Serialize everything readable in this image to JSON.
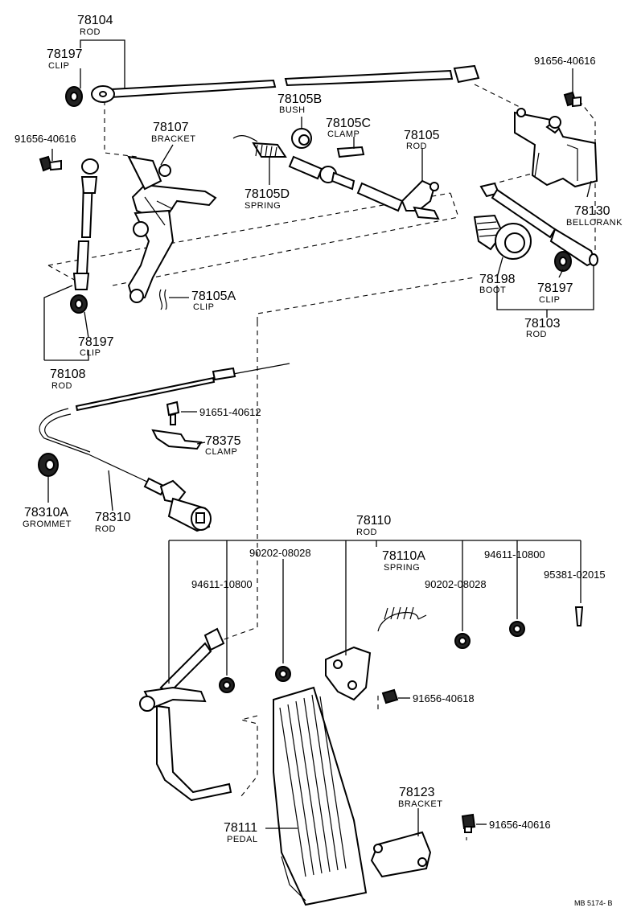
{
  "labels": {
    "p78104": {
      "num": "78104",
      "name": "ROD"
    },
    "p78197a": {
      "num": "78197",
      "name": "CLIP"
    },
    "p78107": {
      "num": "78107",
      "name": "BRACKET"
    },
    "p91656a": {
      "num": "91656-40616"
    },
    "p91656b": {
      "num": "91656-40616"
    },
    "p78105b": {
      "num": "78105B",
      "name": "BUSH"
    },
    "p78105c": {
      "num": "78105C",
      "name": "CLAMP"
    },
    "p78105": {
      "num": "78105",
      "name": "ROD"
    },
    "p78105d": {
      "num": "78105D",
      "name": "SPRING"
    },
    "p78130": {
      "num": "78130",
      "name": "BELLCRANK"
    },
    "p78198": {
      "num": "78198",
      "name": "BOOT"
    },
    "p78197c": {
      "num": "78197",
      "name": "CLIP"
    },
    "p78103": {
      "num": "78103",
      "name": "ROD"
    },
    "p78105a": {
      "num": "78105A",
      "name": "CLIP"
    },
    "p78197b": {
      "num": "78197",
      "name": "CLIP"
    },
    "p78108": {
      "num": "78108",
      "name": "ROD"
    },
    "p91651": {
      "num": "91651-40612"
    },
    "p78375": {
      "num": "78375",
      "name": "CLAMP"
    },
    "p78310a": {
      "num": "78310A",
      "name": "GROMMET"
    },
    "p78310": {
      "num": "78310",
      "name": "ROD"
    },
    "p78110": {
      "num": "78110",
      "name": "ROD"
    },
    "p90202a": {
      "num": "90202-08028"
    },
    "p78110a": {
      "num": "78110A",
      "name": "SPRING"
    },
    "p94611a": {
      "num": "94611-10800"
    },
    "p94611b": {
      "num": "94611-10800"
    },
    "p90202b": {
      "num": "90202-08028"
    },
    "p95381": {
      "num": "95381-02015"
    },
    "p91656c": {
      "num": "91656-40618"
    },
    "p78123": {
      "num": "78123",
      "name": "BRACKET"
    },
    "p78111": {
      "num": "78111",
      "name": "PEDAL"
    },
    "p91656d": {
      "num": "91656-40616"
    }
  },
  "footer": {
    "code": "MB 5174- B"
  }
}
